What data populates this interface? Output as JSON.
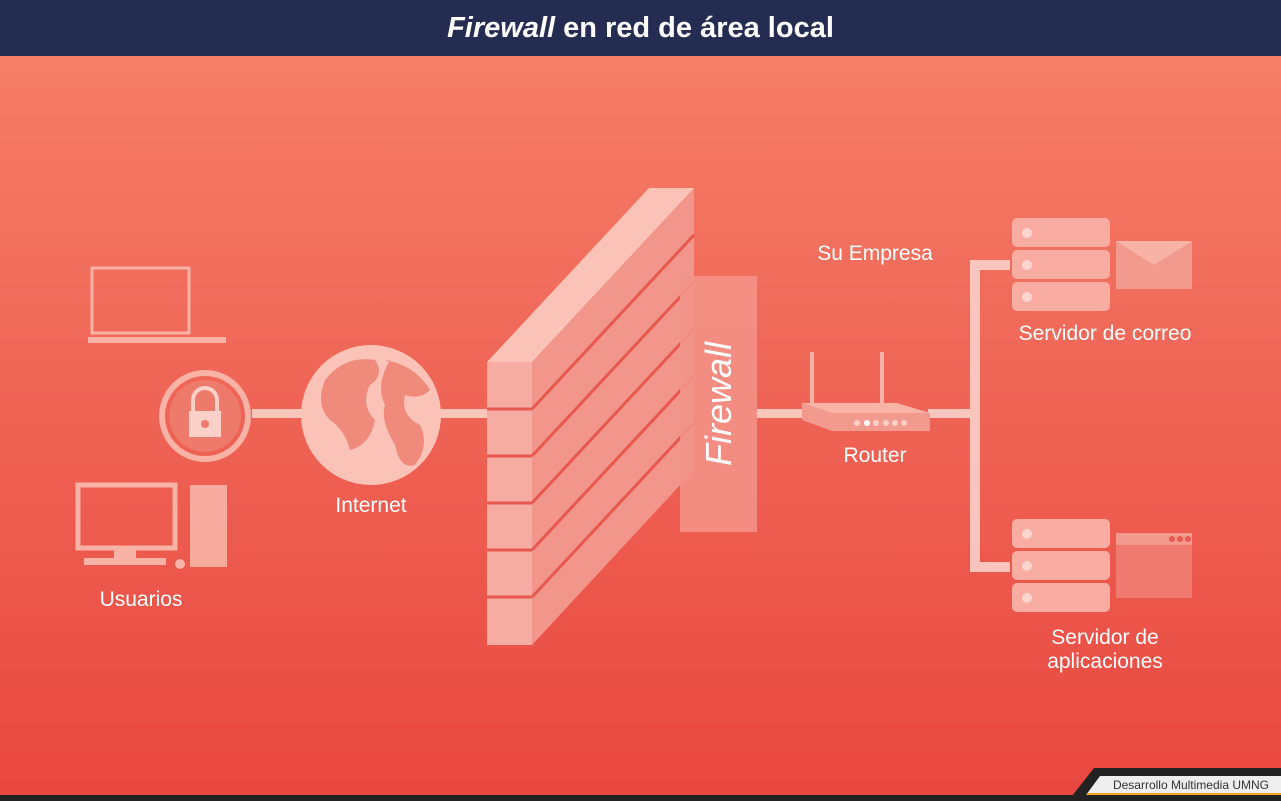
{
  "title": {
    "italic": "Firewall",
    "rest": "en red de área local"
  },
  "labels": {
    "users": "Usuarios",
    "internet": "Internet",
    "firewall": "Firewall",
    "company": "Su Empresa",
    "router": "Router",
    "mail_server": "Servidor de correo",
    "app_server_line1": "Servidor de",
    "app_server_line2": "aplicaciones"
  },
  "footer": {
    "credit": "Desarrollo Multimedia UMNG"
  },
  "colors": {
    "header": "#252c52",
    "bg_top": "#f7826b",
    "bg_bottom": "#e9473f"
  }
}
